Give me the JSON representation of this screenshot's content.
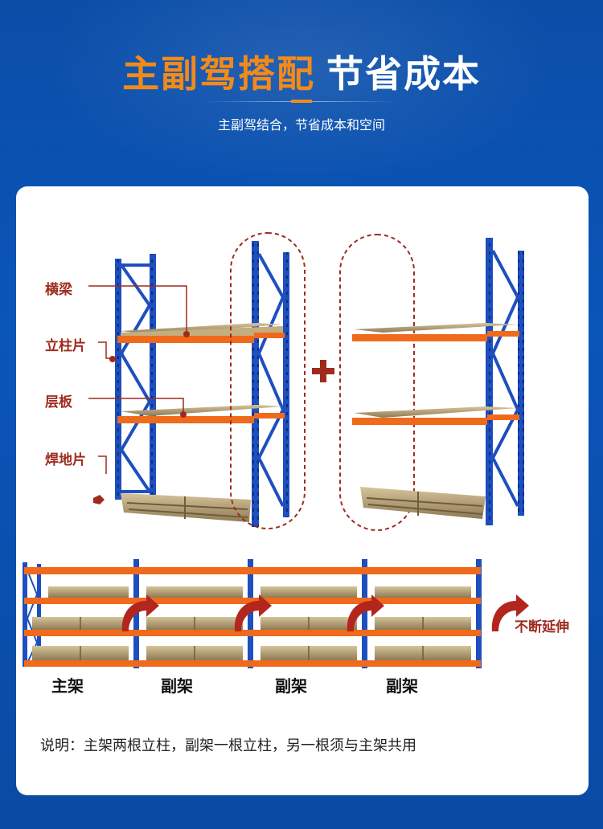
{
  "header": {
    "title_highlight": "主副驾搭配",
    "title_rest": "节省成本",
    "subtitle": "主副驾结合，节省成本和空间"
  },
  "diagram": {
    "labels": {
      "beam": "横梁",
      "upright": "立柱片",
      "shelf": "层板",
      "base": "焊地片"
    },
    "plus": "+"
  },
  "row": {
    "frames": [
      "主架",
      "副架",
      "副架",
      "副架"
    ],
    "extend_label": "不断延伸"
  },
  "note": "说明：主架两根立柱，副架一根立柱，另一根须与主架共用",
  "colors": {
    "upright_blue": "#1e4fbf",
    "beam_orange": "#f06a1c",
    "label_red": "#9e2b1e",
    "arrow_red": "#b3261e",
    "pallet": "#c9b48a"
  }
}
